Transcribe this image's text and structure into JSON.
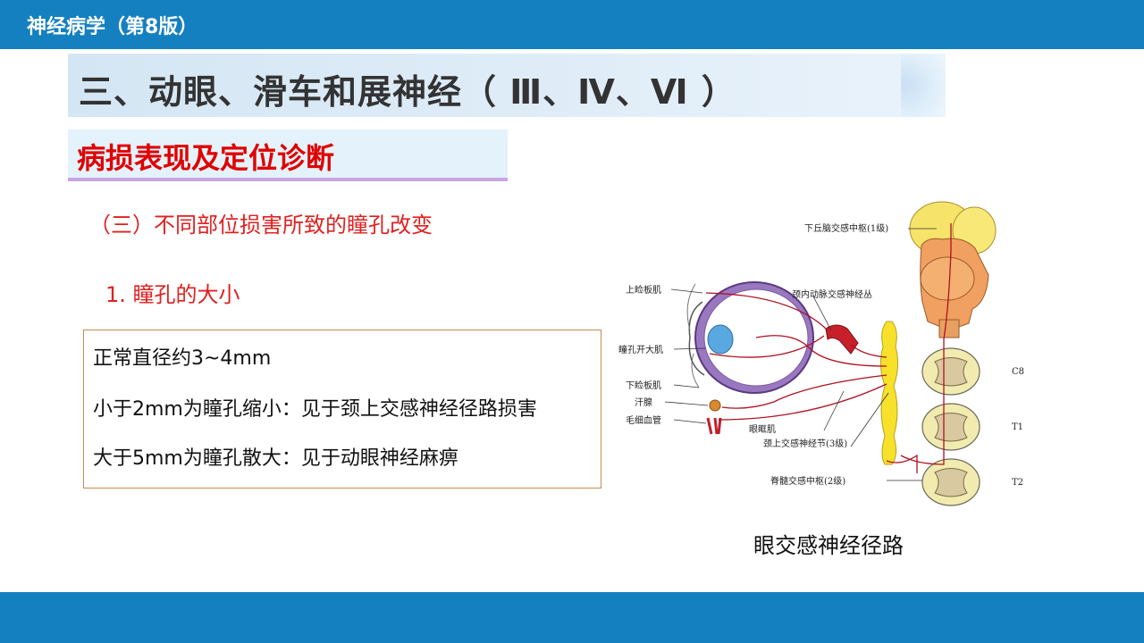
{
  "header": {
    "book_title": "神经病学（第8版）"
  },
  "slide": {
    "title": "三、动眼、滑车和展神经（ Ⅲ、Ⅳ、Ⅵ ）",
    "section_heading": "病损表现及定位诊断",
    "subheading": "（三）不同部位损害所致的瞳孔改变",
    "subsubheading": "1. 瞳孔的大小",
    "info_box": {
      "line1": "正常直径约3~4mm",
      "line2": "小于2mm为瞳孔缩小：见于颈上交感神经径路损害",
      "line3": "大于5mm为瞳孔散大：见于动眼神经麻痹"
    }
  },
  "figure": {
    "labels": {
      "hypothalamus": "下丘脑交感中枢(1级)",
      "carotid_plexus": "颈内动脉交感神经丛",
      "upper_tarsal": "上睑板肌",
      "dilator": "瞳孔开大肌",
      "lower_tarsal": "下睑板肌",
      "sweat_gland": "汗腺",
      "capillary": "毛细血管",
      "orbital_muscle": "眼眶肌",
      "superior_cervical_ganglion": "颈上交感神经节(3级)",
      "spinal_center": "脊髓交感中枢(2级)",
      "c8": "C8",
      "t1": "T1",
      "t2": "T2"
    },
    "caption": "眼交感神经径路"
  },
  "colors": {
    "bar_blue": "#1580bf",
    "heading_red": "#e00000",
    "text_red": "#e02020",
    "pathway_red": "#b01020"
  }
}
